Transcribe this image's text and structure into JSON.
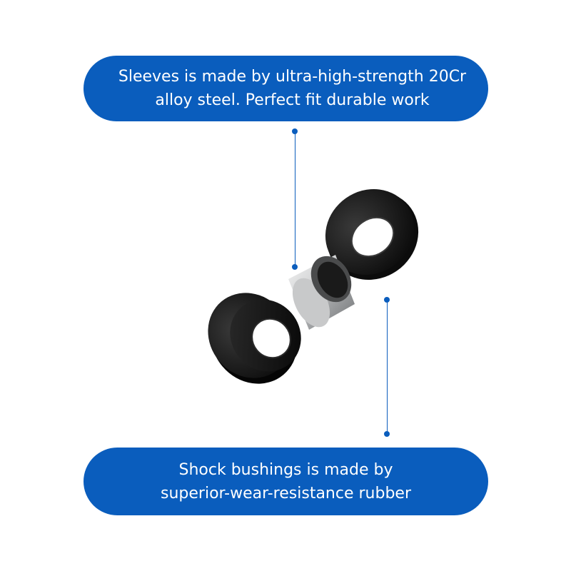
{
  "callouts": {
    "top": {
      "line1": "Sleeves is made by ultra-high-strength 20Cr",
      "line2": "alloy steel. Perfect fit durable work"
    },
    "bottom": {
      "line1": "Shock bushings is made by",
      "line2": "superior-wear-resistance rubber"
    }
  },
  "colors": {
    "accent": "#0a5dbd",
    "rubber": "#1a1a1a",
    "steel": "#b9bbbd"
  },
  "icons": {
    "product": "shock-bushing-kit-illustration"
  }
}
